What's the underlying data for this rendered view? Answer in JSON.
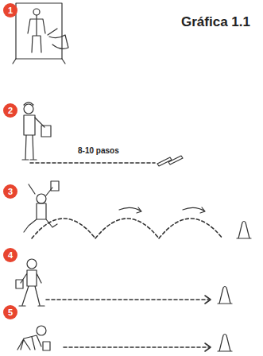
{
  "diagram": {
    "title": "Gráfica 1.1",
    "labels": [
      "1",
      "2",
      "3",
      "4",
      "5",
      "8-10 pasos"
    ]
  }
}
